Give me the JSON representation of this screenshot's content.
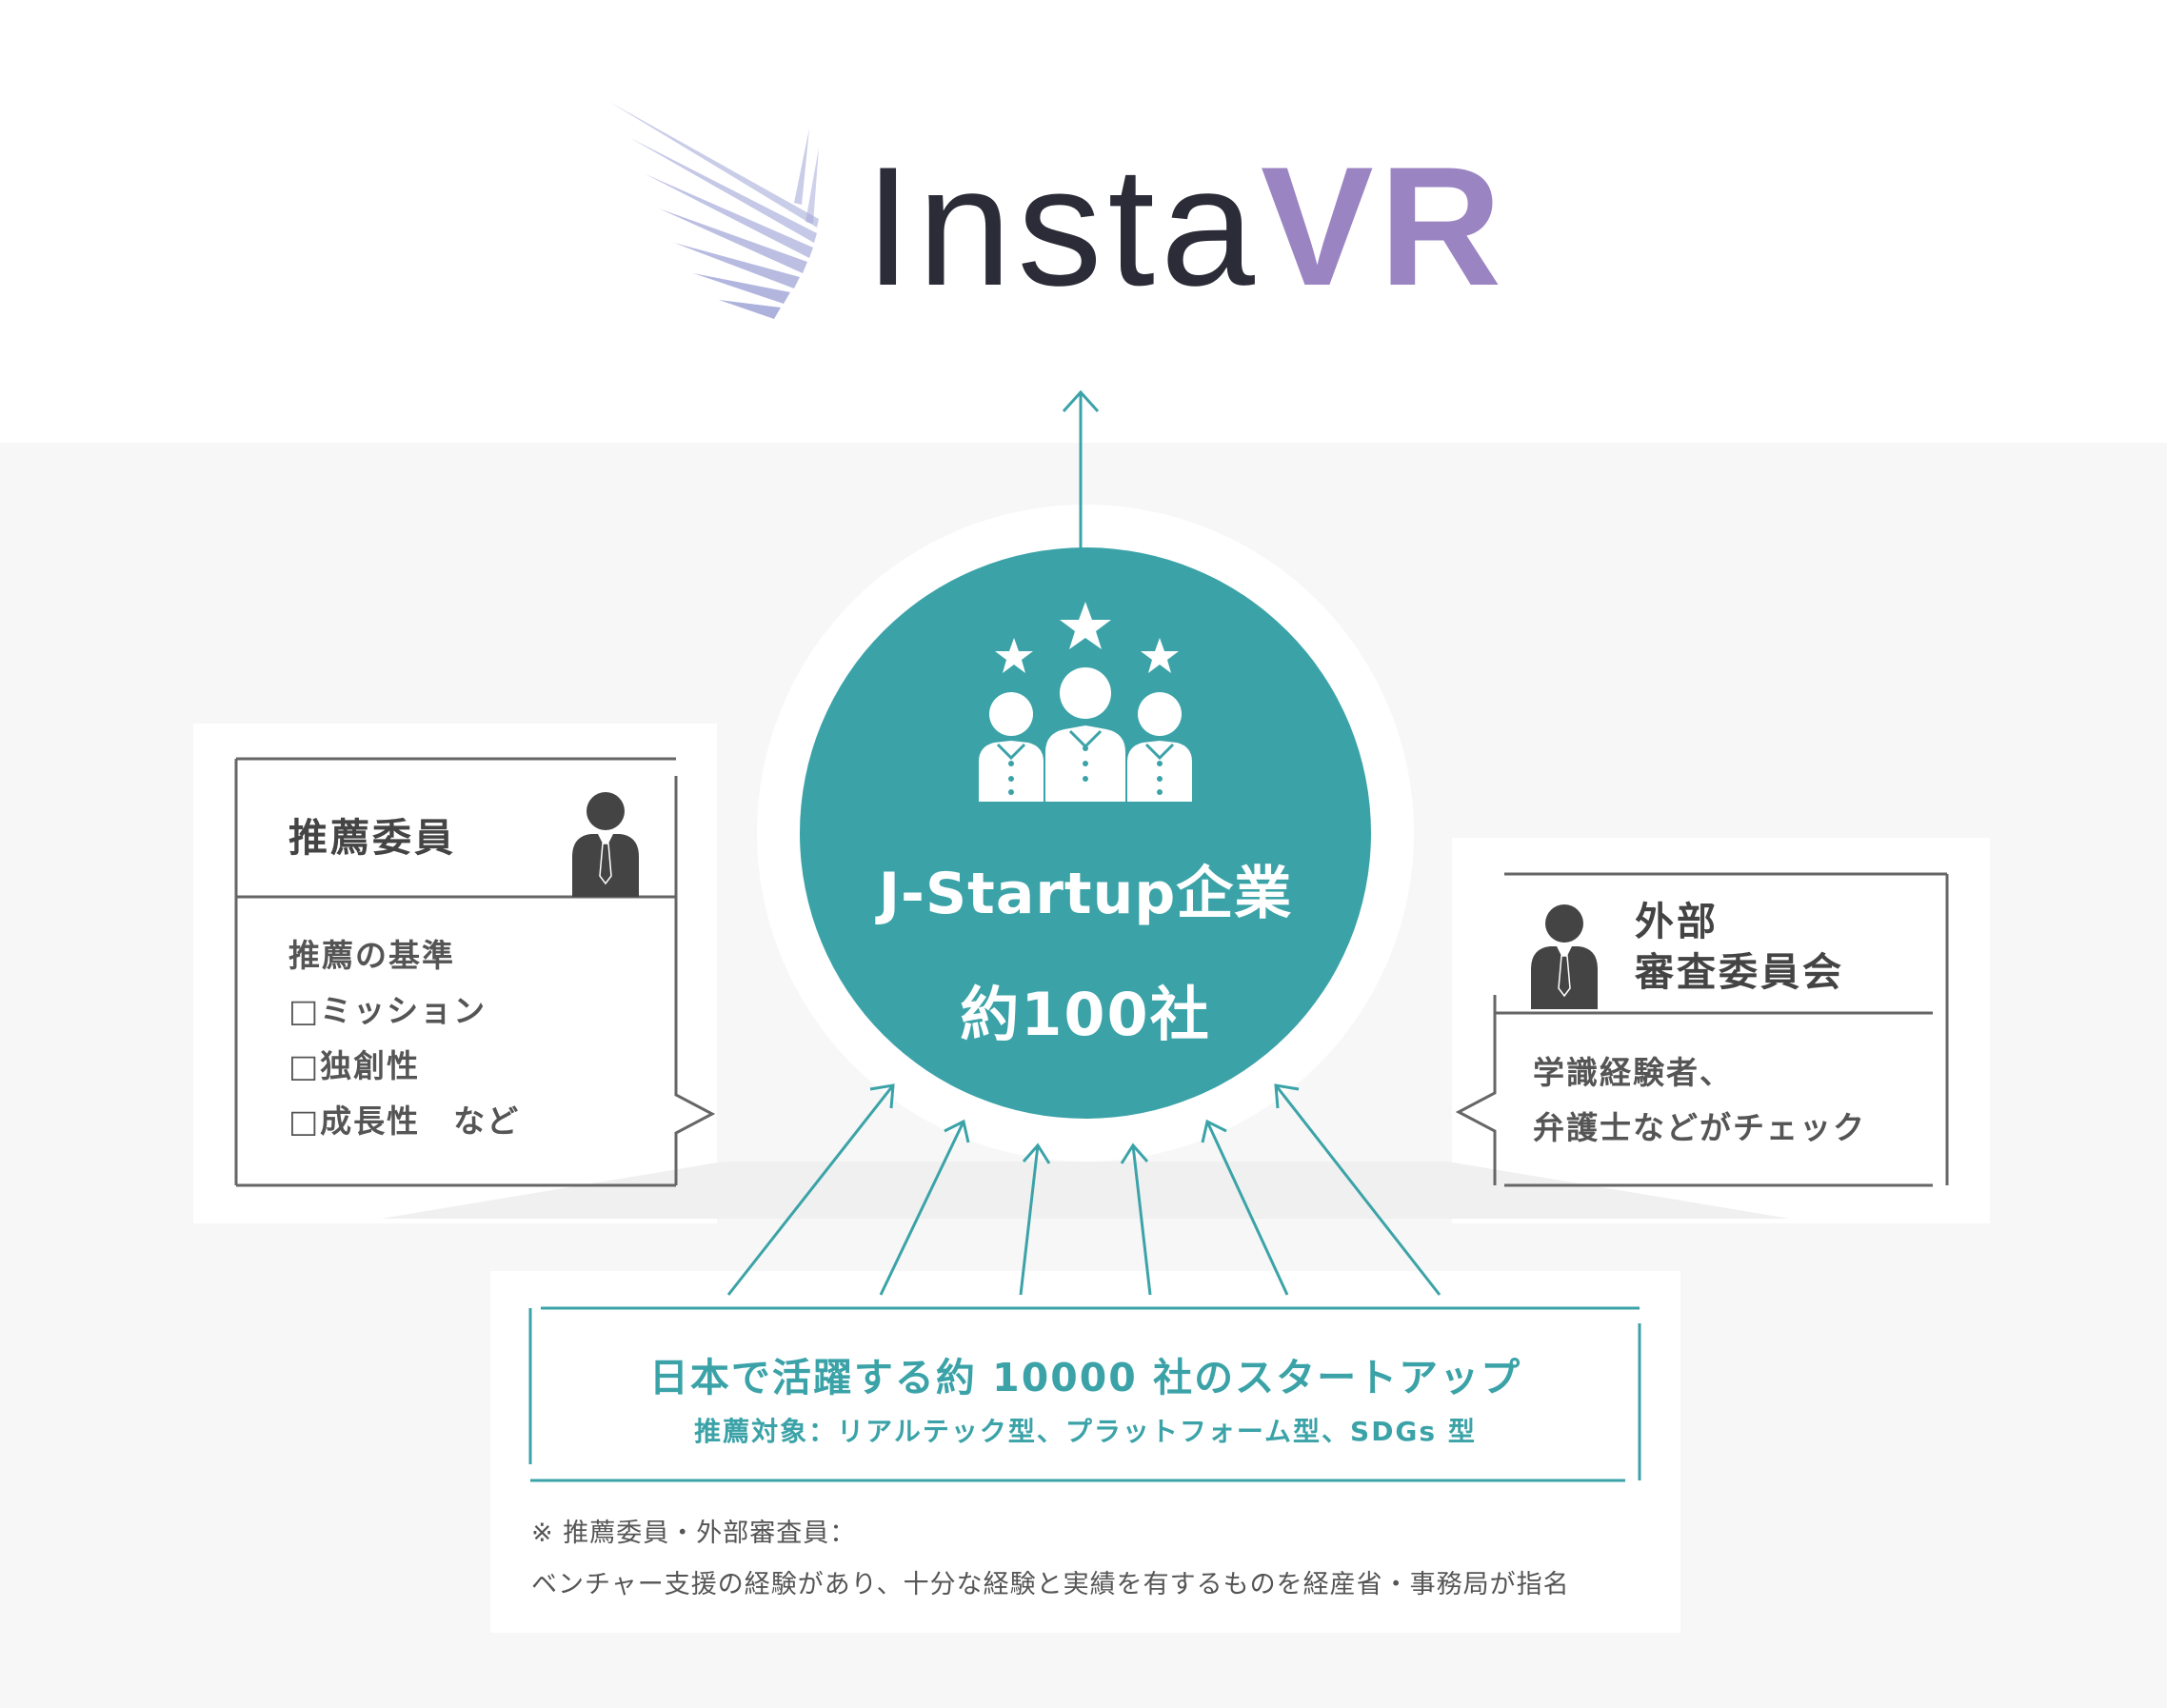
{
  "logo": {
    "text_part1": "Insta",
    "text_part2": "VR",
    "mark_color": "#9fa4d6",
    "accent_color": "#9b84c2"
  },
  "hub": {
    "title": "J-Startup企業",
    "subtitle": "約100社",
    "color": "#3ba3a8",
    "icon": "people-stars-icon"
  },
  "left_card": {
    "title": "推薦委員",
    "icon": "businessman-icon",
    "lines": [
      "推薦の基準",
      "□ミッション",
      "□独創性",
      "□成長性　など"
    ]
  },
  "right_card": {
    "title_lines": [
      "外部",
      "審査委員会"
    ],
    "icon": "businessman-icon",
    "lines": [
      "学識経験者、",
      "弁護士などがチェック"
    ]
  },
  "pool": {
    "title": "日本で活躍する約 10000 社のスタートアップ",
    "subtitle": "推薦対象：リアルテック型、プラットフォーム型、SDGs 型"
  },
  "note": {
    "line1": "※ 推薦委員・外部審査員：",
    "line2": "ベンチャー支援の経験があり、十分な経験と実績を有するものを経産省・事務局が指名"
  },
  "colors": {
    "teal": "#3ba3a8",
    "card_border": "#666666",
    "text_dark": "#444444",
    "band": "#f7f7f7"
  }
}
